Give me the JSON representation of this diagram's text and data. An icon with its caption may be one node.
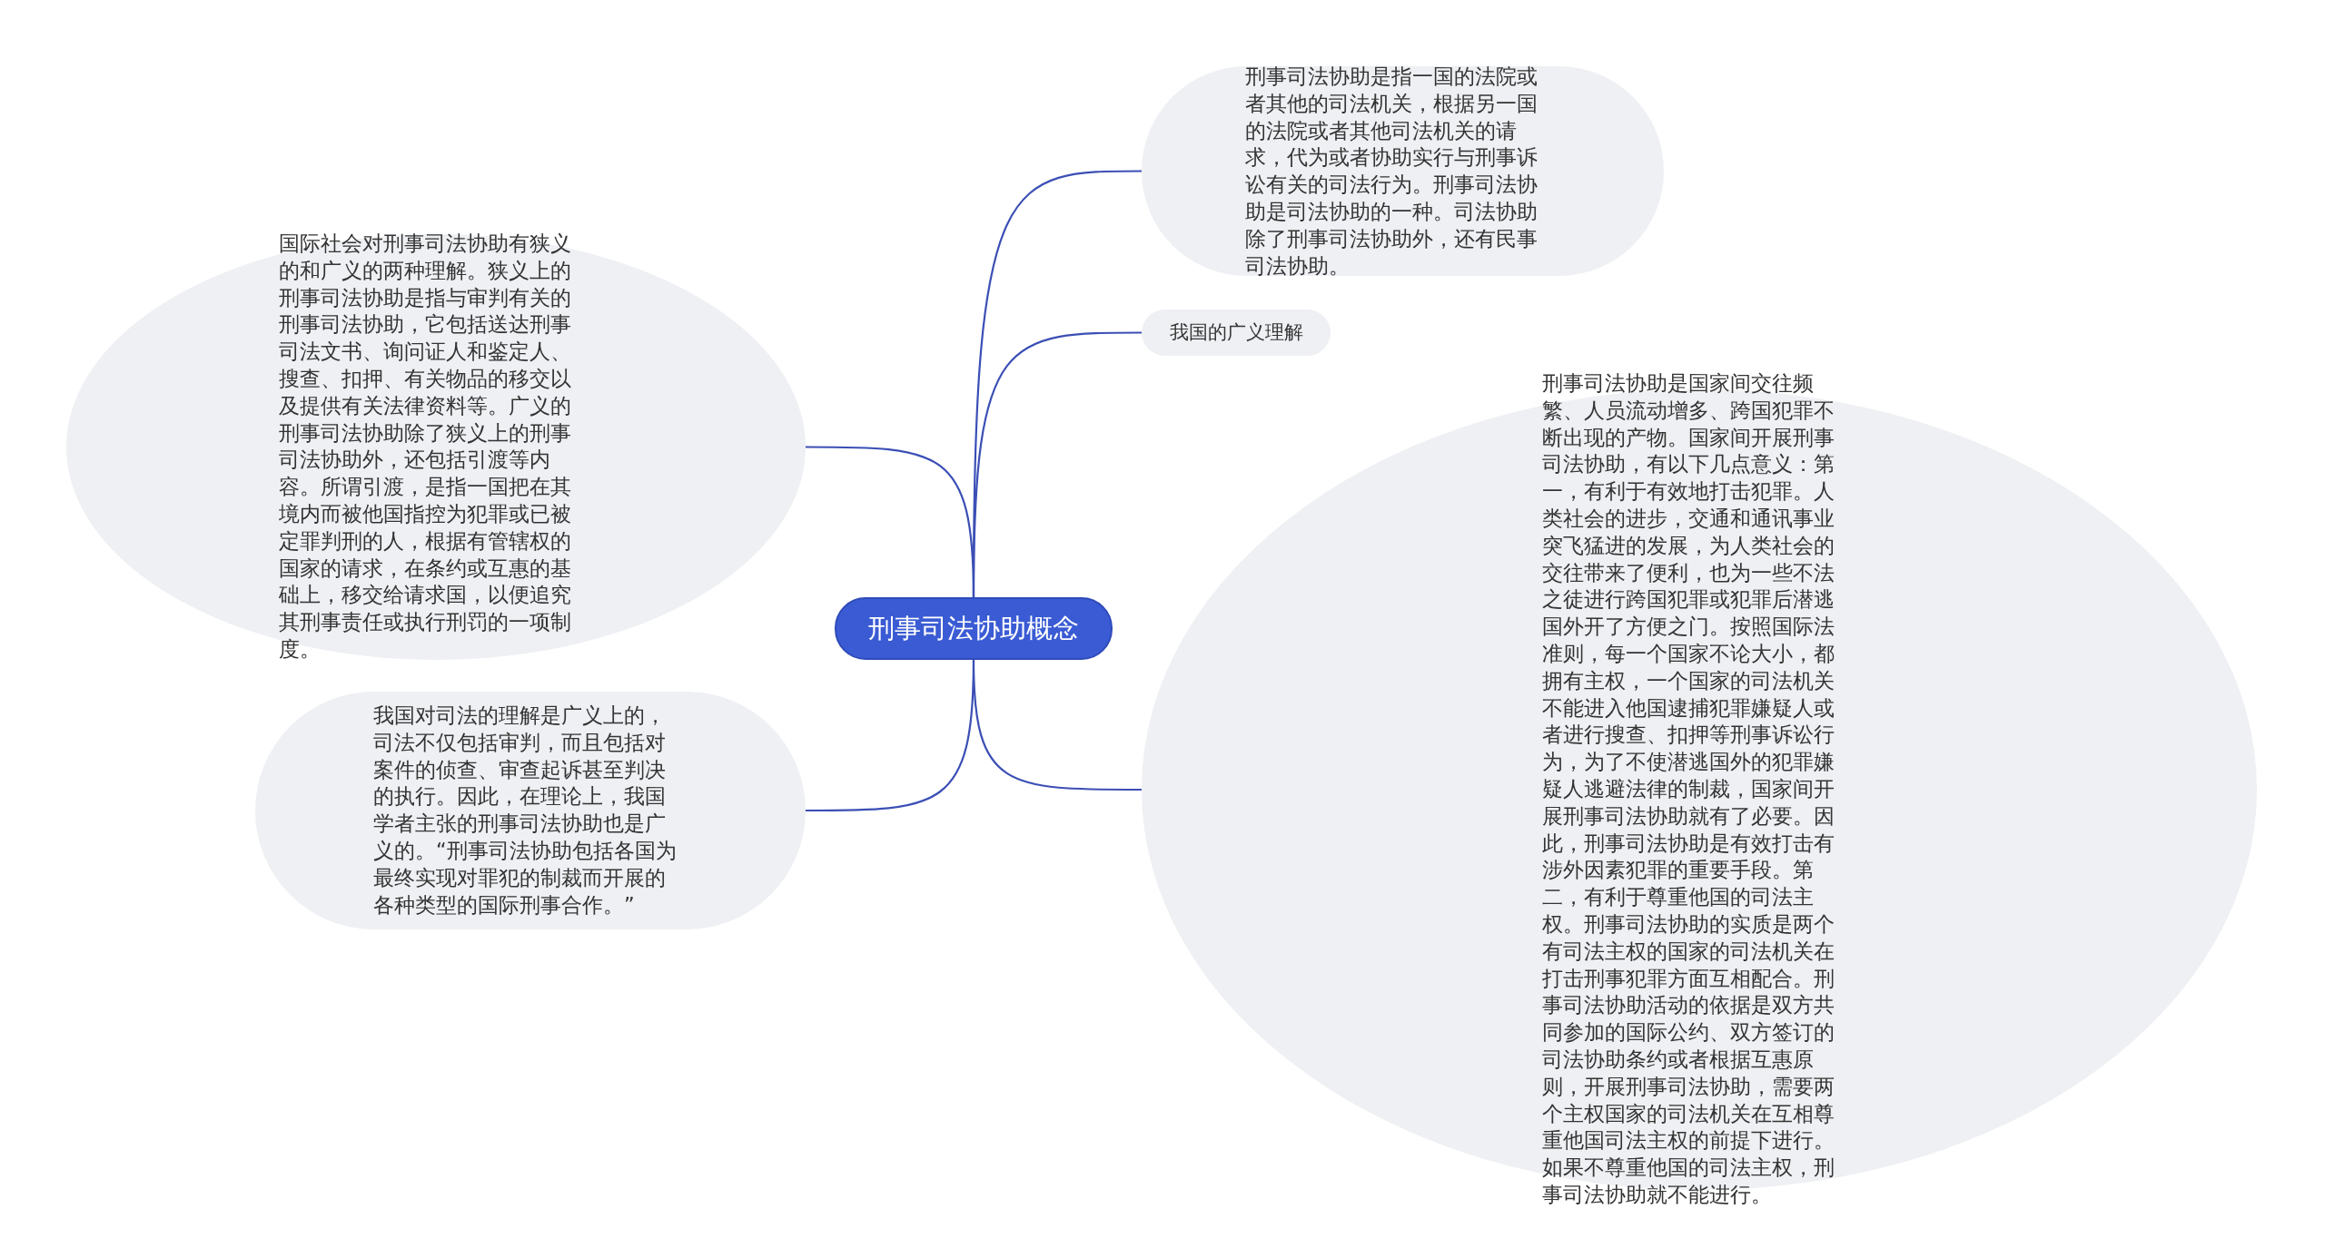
{
  "diagram": {
    "nodes": [
      {
        "text": [
          "刑事司法协助概念"
        ]
      },
      {
        "text": [
          "刑事司法协助是指一国的法院或者其他的司法机关，根据另一国的法院或者其他司法机关的请求，代为或者协助实行与刑事诉讼有关的司法行为。刑事司法协助是司法协助的一种。司法协助除了刑事司法协助外，还有民事司法协助。"
        ]
      },
      {
        "text": [
          "我国的广义理解"
        ]
      },
      {
        "text": [
          "刑事司法协助是国家间交往频繁、人员流动增多、跨国犯罪不断出现的产物。国家间开展刑事司法协助，有以下几点意义：第一，有利于有效地打击犯罪。人类社会的进步，交通和通讯事业突飞猛进的发展，为人类社会的交往带来了便利，也为一些不法之徒进行跨国犯罪或犯罪后潜逃国外开了方便之门。按照国际法准则，每一个国家不论大小，都拥有主权，一个国家的司法机关不能进入他国逮捕犯罪嫌疑人或者进行搜查、扣押等刑事诉讼行为，为了不使潜逃国外的犯罪嫌疑人逃避法律的制裁，国家间开展刑事司法协助就有了必要。因此，刑事司法协助是有效打击有涉外因素犯罪的重要手段。第二，有利于尊重他国的司法主权。刑事司法协助的实质是两个有司法主权的国家的司法机关在打击刑事犯罪方面互相配合。刑事司法协助活动的依据是双方共同参加的国际公约、双方签订的司法协助条约或者根据互惠原则，开展刑事司法协助，需要两个主权国家的司法机关在互相尊重他国司法主权的前提下进行。如果不尊重他国的司法主权，刑事司法协助就不能进行。"
        ]
      },
      {
        "text": [
          "国际社会对刑事司法协助有狭义的和广义的两种理解。狭义上的刑事司法协助是指与审判有关的刑事司法协助，它包括送达刑事司法文书、询问证人和鉴定人、搜查、扣押、有关物品的移交以及提供有关法律资料等。广义的刑事司法协助除了狭义上的刑事司法协助外，还包括引渡等内容。所谓引渡，是指一国把在其境内而被他国指控为犯罪或已被定罪判刑的人，根据有管辖权的国家的请求，在条约或互惠的基础上，移交给请求国，以便追究其刑事责任或执行刑罚的一项制度。"
        ]
      },
      {
        "text": [
          "我国对司法的理解是广义上的，司法不仅包括审判，而且包括对案件的侦查、审查起诉甚至判决的执行。因此，在理论上，我国学者主张的刑事司法协助也是广义的。“刑事司法协助包括各国为最终实现对罪犯的制裁而开展的各种类型的国际刑事合作。”"
        ]
      }
    ],
    "edges": [
      {
        "from": 0,
        "to": 1,
        "arrow": "none"
      },
      {
        "from": 0,
        "to": 2,
        "arrow": "none"
      },
      {
        "from": 0,
        "to": 3,
        "arrow": "none"
      },
      {
        "from": 0,
        "to": 4,
        "arrow": "none"
      },
      {
        "from": 0,
        "to": 5,
        "arrow": "none"
      }
    ]
  }
}
